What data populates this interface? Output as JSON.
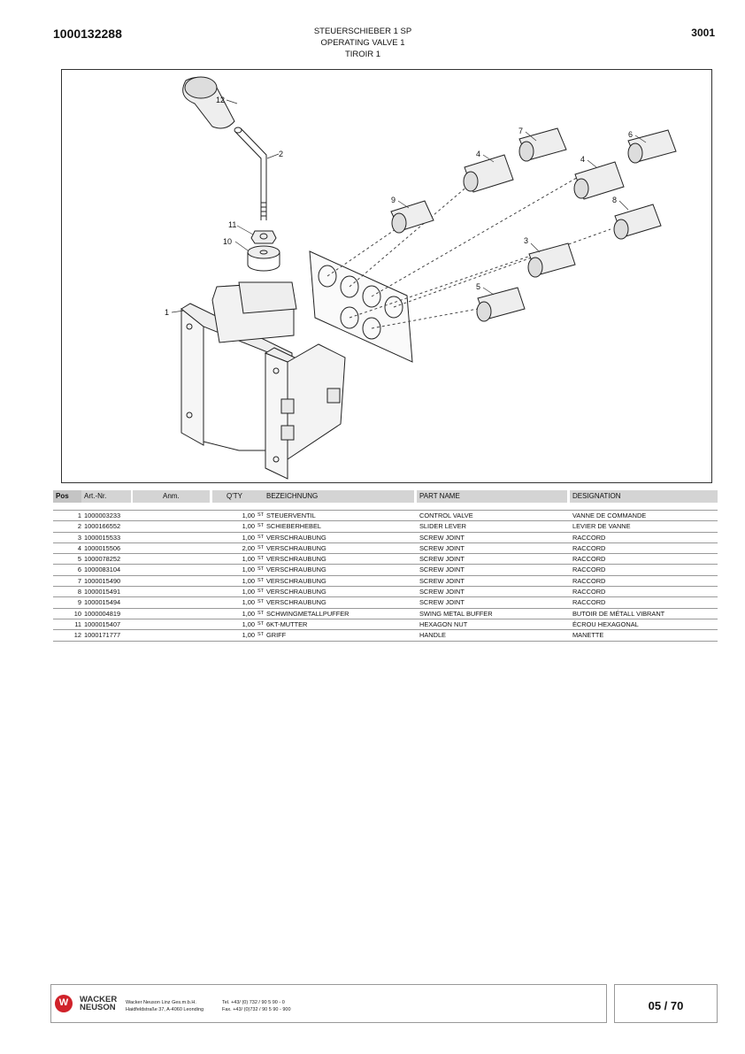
{
  "header": {
    "part_number": "1000132288",
    "group_number": "3001",
    "title_de": "STEUERSCHIEBER 1 SP",
    "title_en": "OPERATING VALVE 1",
    "title_fr": "TIROIR 1"
  },
  "figure": {
    "callouts": [
      "12",
      "2",
      "11",
      "10",
      "1",
      "9",
      "4",
      "7",
      "6",
      "4",
      "8",
      "3",
      "5"
    ]
  },
  "table": {
    "headers": {
      "pos": "Pos",
      "art": "Art.-Nr.",
      "anm": "Anm.",
      "qty": "Q'TY",
      "bez": "BEZEICHNUNG",
      "part": "PART NAME",
      "des": "DESIGNATION"
    },
    "rows": [
      {
        "pos": "1",
        "art": "1000003233",
        "qty": "1,00",
        "unit": "ST",
        "bez": "STEUERVENTIL",
        "part": "CONTROL VALVE",
        "des": "VANNE DE COMMANDE"
      },
      {
        "pos": "2",
        "art": "1000166552",
        "qty": "1,00",
        "unit": "ST",
        "bez": "SCHIEBERHEBEL",
        "part": "SLIDER LEVER",
        "des": "LEVIER DE VANNE"
      },
      {
        "pos": "3",
        "art": "1000015533",
        "qty": "1,00",
        "unit": "ST",
        "bez": "VERSCHRAUBUNG",
        "part": "SCREW JOINT",
        "des": "RACCORD"
      },
      {
        "pos": "4",
        "art": "1000015506",
        "qty": "2,00",
        "unit": "ST",
        "bez": "VERSCHRAUBUNG",
        "part": "SCREW JOINT",
        "des": "RACCORD"
      },
      {
        "pos": "5",
        "art": "1000078252",
        "qty": "1,00",
        "unit": "ST",
        "bez": "VERSCHRAUBUNG",
        "part": "SCREW JOINT",
        "des": "RACCORD"
      },
      {
        "pos": "6",
        "art": "1000083104",
        "qty": "1,00",
        "unit": "ST",
        "bez": "VERSCHRAUBUNG",
        "part": "SCREW JOINT",
        "des": "RACCORD"
      },
      {
        "pos": "7",
        "art": "1000015490",
        "qty": "1,00",
        "unit": "ST",
        "bez": "VERSCHRAUBUNG",
        "part": "SCREW JOINT",
        "des": "RACCORD"
      },
      {
        "pos": "8",
        "art": "1000015491",
        "qty": "1,00",
        "unit": "ST",
        "bez": "VERSCHRAUBUNG",
        "part": "SCREW JOINT",
        "des": "RACCORD"
      },
      {
        "pos": "9",
        "art": "1000015494",
        "qty": "1,00",
        "unit": "ST",
        "bez": "VERSCHRAUBUNG",
        "part": "SCREW JOINT",
        "des": "RACCORD"
      },
      {
        "pos": "10",
        "art": "1000004819",
        "qty": "1,00",
        "unit": "ST",
        "bez": "SCHWINGMETALLPUFFER",
        "part": "SWING METAL BUFFER",
        "des": "BUTOIR DE MÉTALL VIBRANT"
      },
      {
        "pos": "11",
        "art": "1000015407",
        "qty": "1,00",
        "unit": "ST",
        "bez": "6KT-MUTTER",
        "part": "HEXAGON NUT",
        "des": "ÉCROU HEXAGONAL"
      },
      {
        "pos": "12",
        "art": "1000171777",
        "qty": "1,00",
        "unit": "ST",
        "bez": "GRIFF",
        "part": "HANDLE",
        "des": "MANETTE"
      }
    ]
  },
  "footer": {
    "logo_icon": "wacker-neuson-w-logo",
    "brand_line1": "WACKER",
    "brand_line2": "NEUSON",
    "company": "Wacker Neuson Linz  Ges.m.b.H.",
    "address": "Haidfeldstraße 37, A-4060 Leonding",
    "tel": "Tel. +43/ (0) 732 / 90 5 90 - 0",
    "fax": "Fax. +43/ (0)732 / 90 5 90 - 900",
    "page": "05 / 70"
  }
}
